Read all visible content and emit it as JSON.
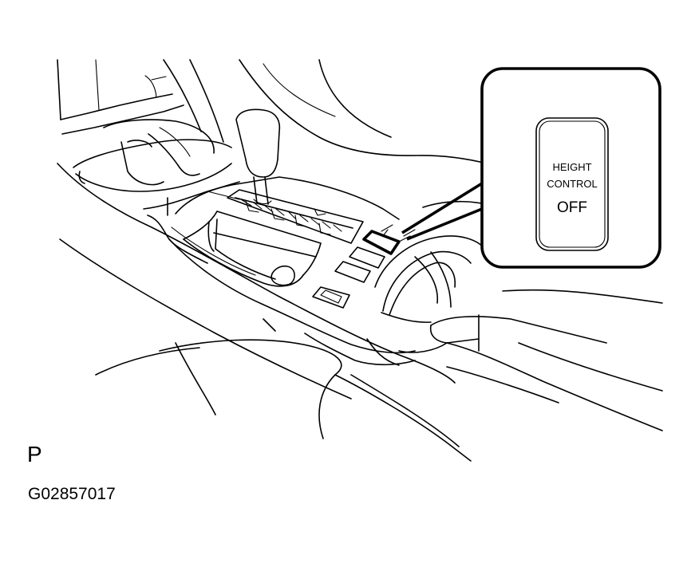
{
  "figure": {
    "view_letter": "P",
    "figure_id": "G02857017"
  },
  "callout": {
    "switch_line1": "HEIGHT",
    "switch_line2": "CONTROL",
    "switch_line3": "OFF"
  }
}
